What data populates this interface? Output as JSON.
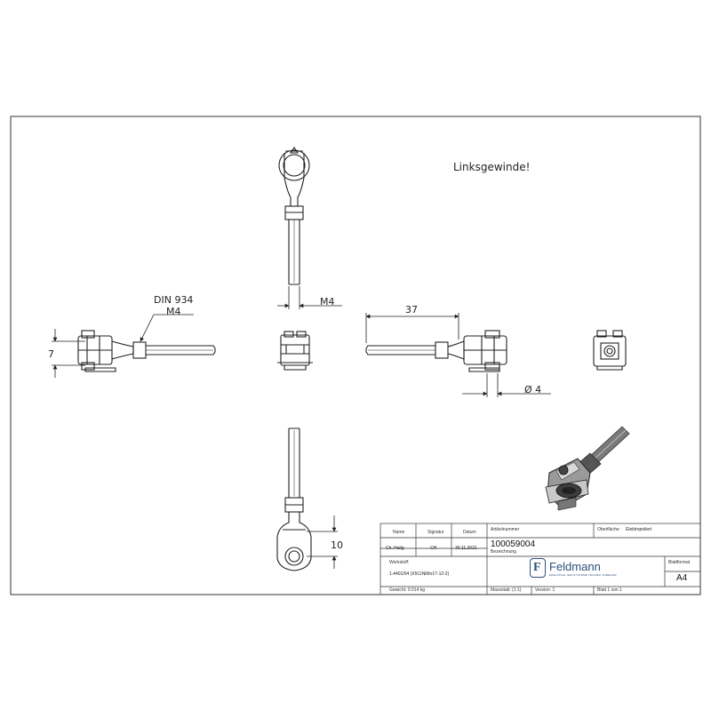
{
  "notes": {
    "left_thread": "Linksgewinde!"
  },
  "dimensions": {
    "nut_standard": "DIN 934",
    "nut_thread": "M4",
    "thread_top_view": "M4",
    "thread_length": "37",
    "pin_diameter": "Ø 4",
    "height_left": "7",
    "height_bottom": "10"
  },
  "title_block": {
    "labels": {
      "name": "Name",
      "signature": "Signatur",
      "date": "Datum",
      "article_number": "Artikelnummer",
      "surface": "Oberfläche:",
      "description": "Bezeichnung",
      "material": "Werkstoff:",
      "sheet_format": "Blattformat",
      "weight": "Gewicht: 0.014 kg",
      "scale": "Massstab: (1:1)",
      "version": "Version: 1",
      "sheet": "Blatt 1 von 1"
    },
    "values": {
      "name": "Ch. Halig",
      "signature": "CH",
      "date": "30.11.2021",
      "surface": "Elektropoliert",
      "article_number": "100059004",
      "material": "1.4401/04 (X5CrNiMo17-12-2)",
      "format": "A4"
    },
    "logo": {
      "name": "Feldmann",
      "tagline": "EDELSTAHL SEILSYSTEME TECHNIK ZUBEHÖR"
    }
  },
  "colors": {
    "line": "#222222",
    "brand": "#2c4f7c"
  }
}
